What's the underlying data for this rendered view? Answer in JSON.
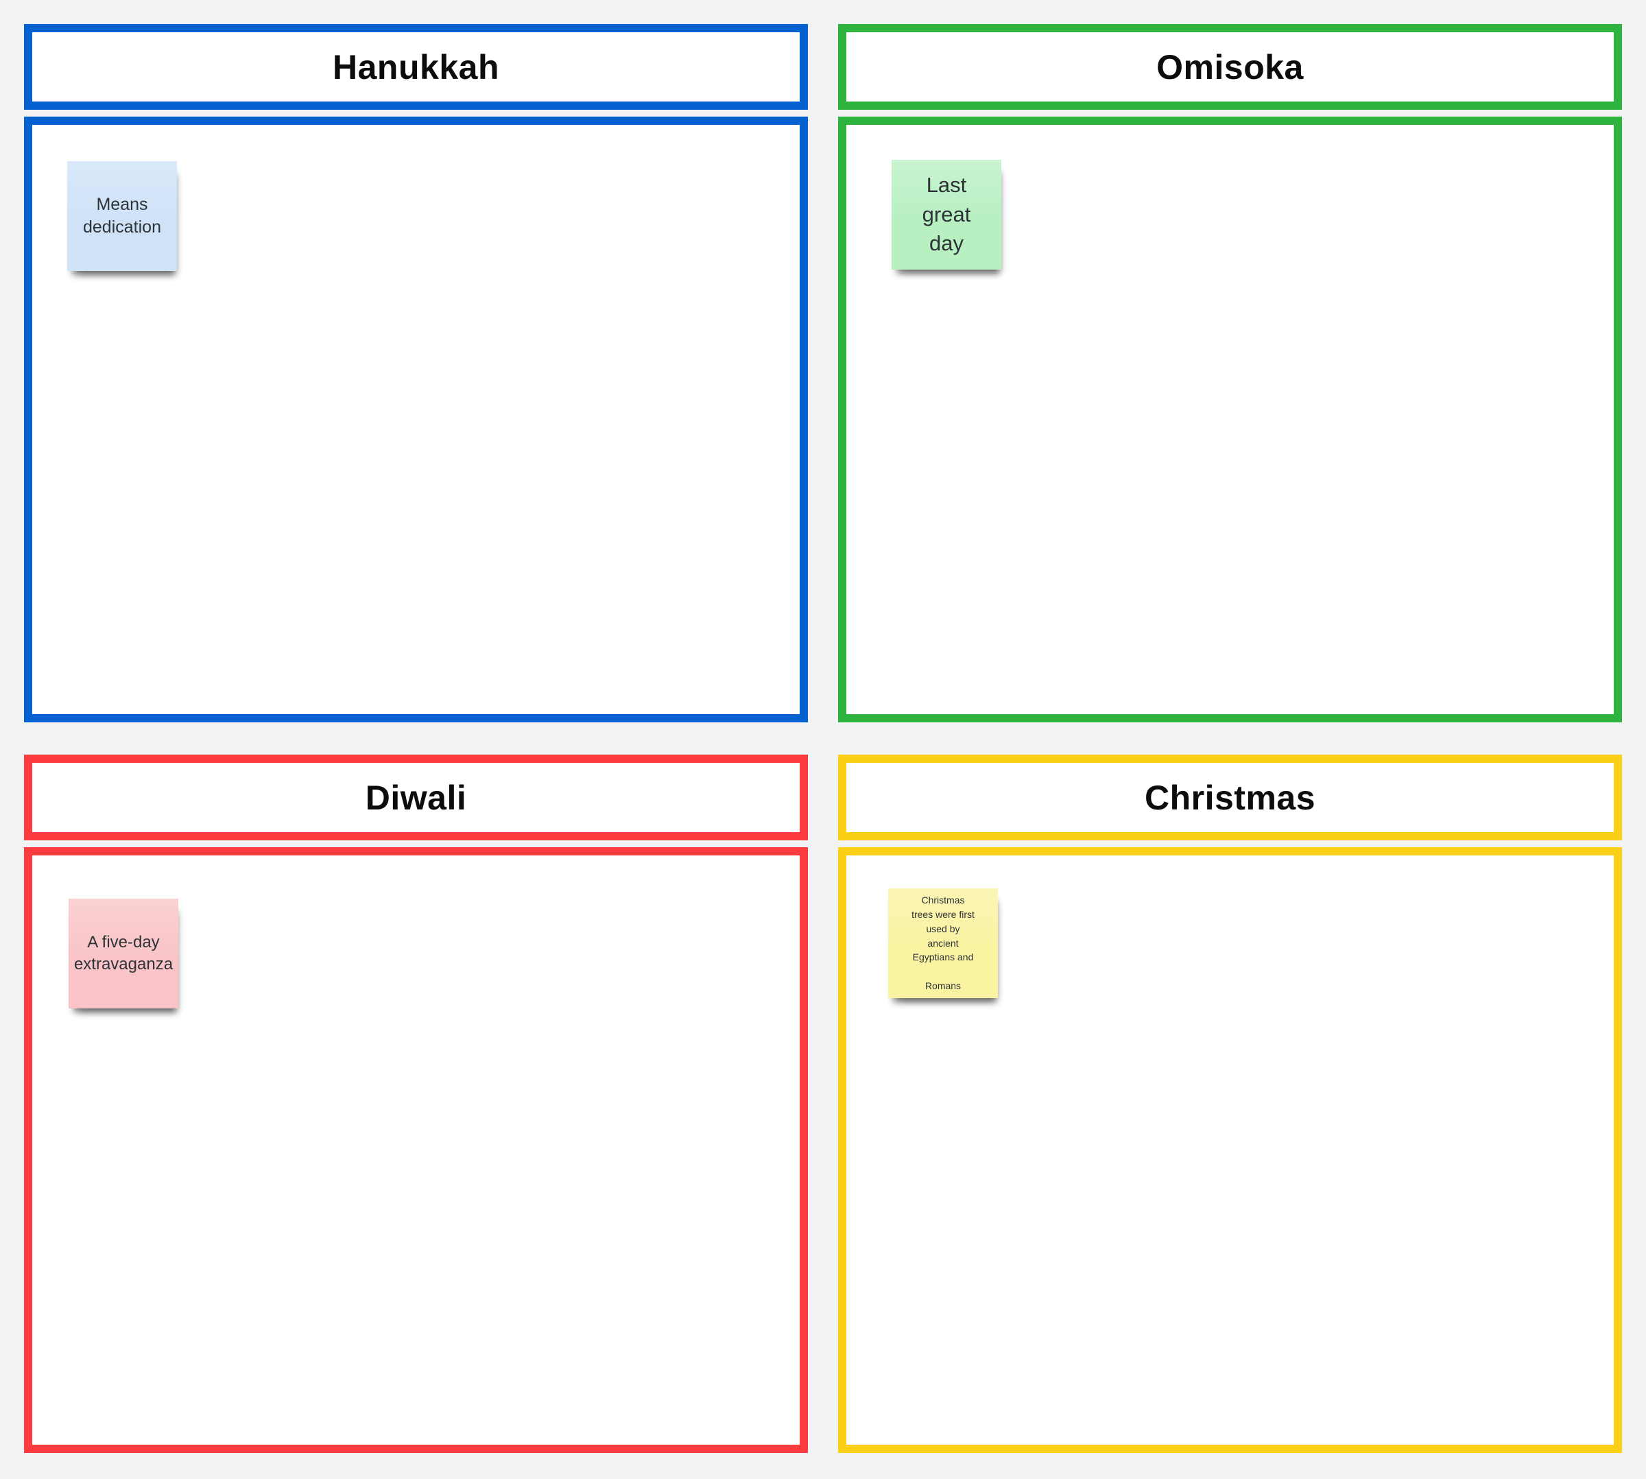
{
  "board": {
    "background_color": "#f1f3f4",
    "frames": [
      {
        "title": "Hanukkah",
        "border_color": "#0560d0",
        "note": {
          "text": "Means\ndedication",
          "background_color": "#cfe2f8",
          "text_color": "#2e3338"
        }
      },
      {
        "title": "Omisoka",
        "border_color": "#2eb33e",
        "note": {
          "text": "Last\ngreat\nday",
          "background_color": "#b8f0c2",
          "text_color": "#2e3338"
        }
      },
      {
        "title": "Diwali",
        "border_color": "#fc3c3e",
        "note": {
          "text": "A five-day\nextravaganza",
          "background_color": "#f9c4c7",
          "text_color": "#2e3338"
        }
      },
      {
        "title": "Christmas",
        "border_color": "#fbcf15",
        "note": {
          "text": "Christmas\ntrees were first\nused by\nancient\nEgyptians and\n\nRomans",
          "background_color": "#faf3a1",
          "text_color": "#2e3338"
        }
      }
    ]
  }
}
